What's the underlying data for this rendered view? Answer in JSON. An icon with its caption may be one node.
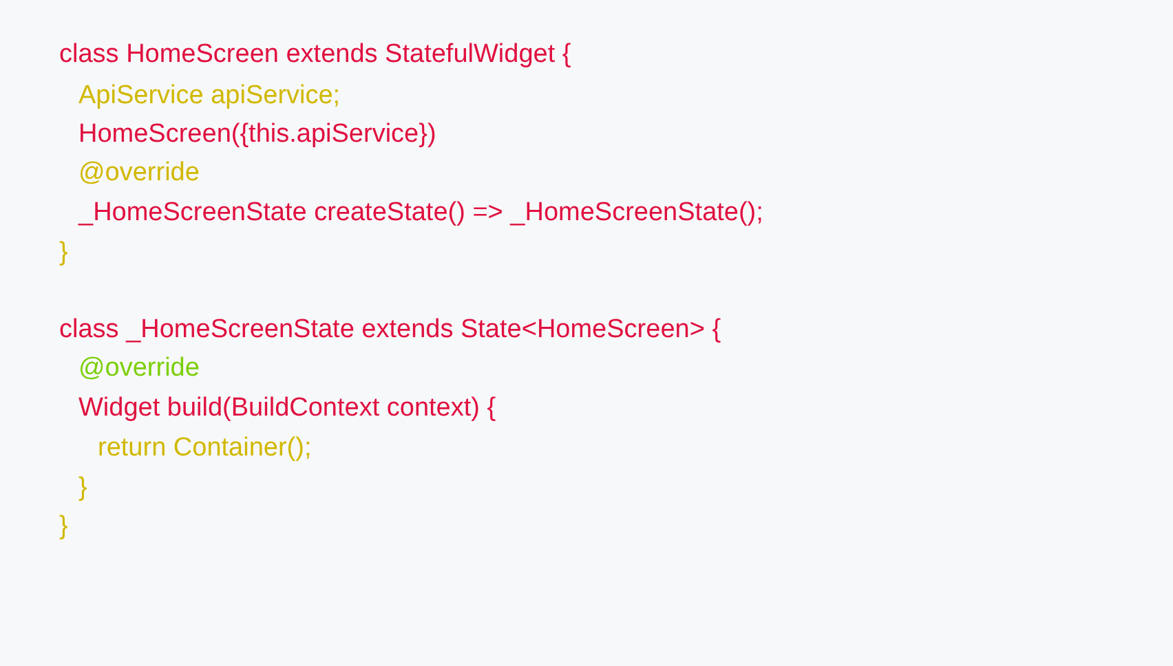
{
  "diagram": {
    "labels": [
      "class HomeScreen extends StatefulWidget {",
      "ApiService apiService;",
      "HomeScreen({this.apiService})",
      "@override",
      "_HomeScreenState createState() => _HomeScreenState();",
      "}",
      "class _HomeScreenState extends State<HomeScreen> {",
      "@override",
      "Widget build(BuildContext context) {",
      "return Container();",
      "}",
      "}"
    ]
  }
}
